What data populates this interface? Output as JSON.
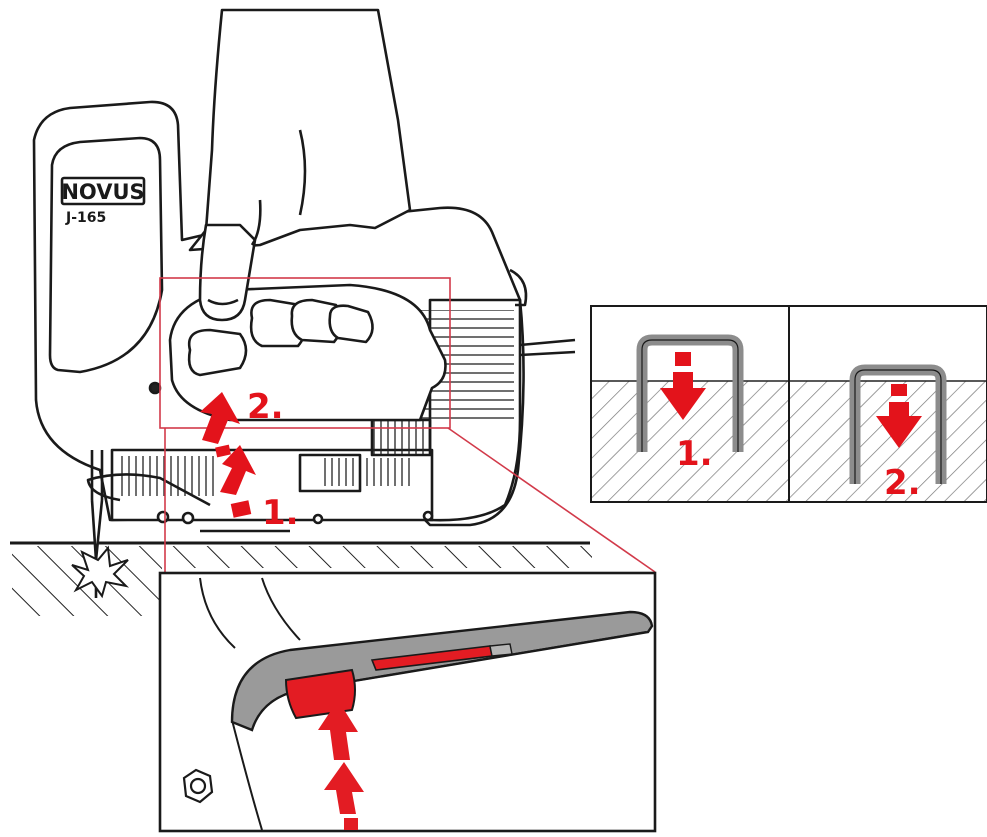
{
  "tool": {
    "brand": "NOVUS",
    "model": "J-165"
  },
  "main_view": {
    "step1_label": "1.",
    "step2_label": "2."
  },
  "staple_panels": [
    {
      "label": "1."
    },
    {
      "label": "2."
    }
  ],
  "colors": {
    "accent_red": "#e3131b",
    "line": "#1a1a1a",
    "staple_gray": "#8c8c8c",
    "detail_red": "#e31c23"
  }
}
